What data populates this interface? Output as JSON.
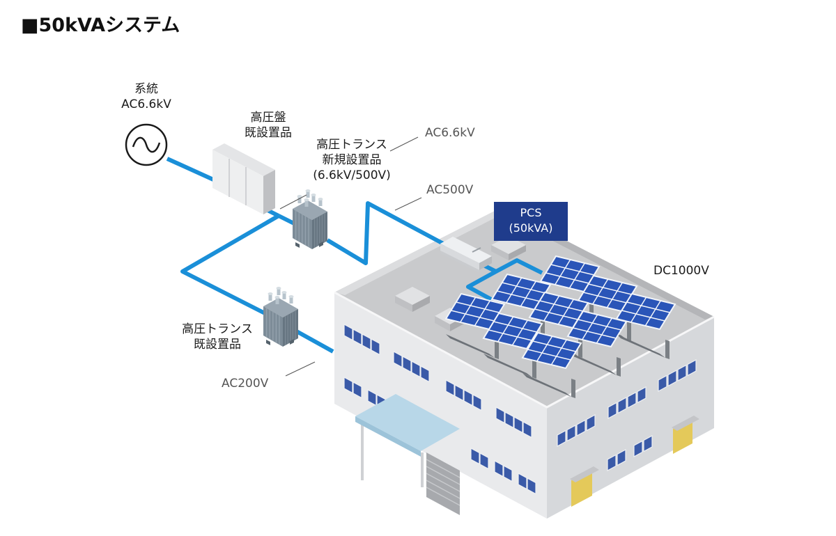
{
  "title": "■50kVAシステム",
  "labels": {
    "grid_line1": "系統",
    "grid_line2": "AC6.6kV",
    "hv_panel_line1": "高圧盤",
    "hv_panel_line2": "既設置品",
    "new_trans_line1": "高圧トランス",
    "new_trans_line2": "新規設置品",
    "new_trans_line3": "(6.6kV/500V)",
    "ac66": "AC6.6kV",
    "ac500": "AC500V",
    "pcs_line1": "PCS",
    "pcs_line2": "(50kVA)",
    "dc1000": "DC1000V",
    "exist_trans_line1": "高圧トランス",
    "exist_trans_line2": "既設置品",
    "ac200": "AC200V"
  },
  "colors": {
    "cable": "#1a8fd8",
    "pcs_box": "#1f3c8c",
    "building_wall": "#e9eaec",
    "roof": "#c9cacc",
    "window": "#3a5aa8",
    "solar_panel": "#2a55b8"
  }
}
